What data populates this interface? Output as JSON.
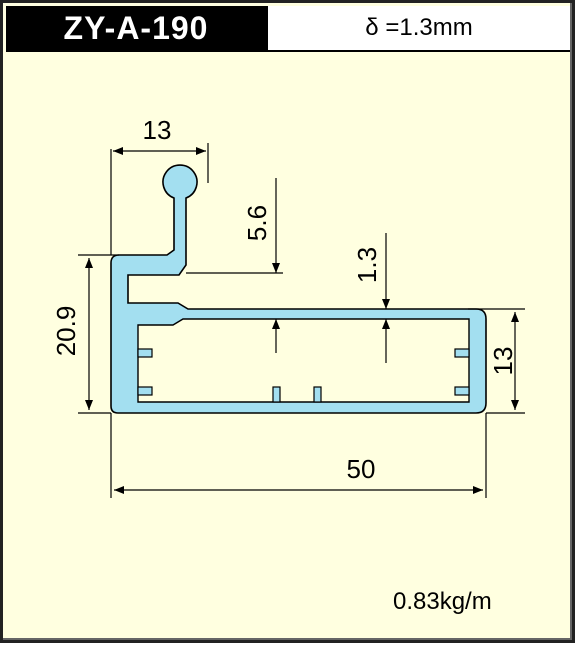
{
  "header": {
    "model": "ZY-A-190",
    "thickness": "δ =1.3mm"
  },
  "dimensions": {
    "top_width": "13",
    "lip_height": "5.6",
    "wall_thickness": "1.3",
    "total_height": "20.9",
    "right_height": "13",
    "total_width": "50"
  },
  "weight": "0.83kg/m",
  "colors": {
    "background": "#ffffe0",
    "profile_fill": "#a3dff0",
    "line": "#000000"
  }
}
